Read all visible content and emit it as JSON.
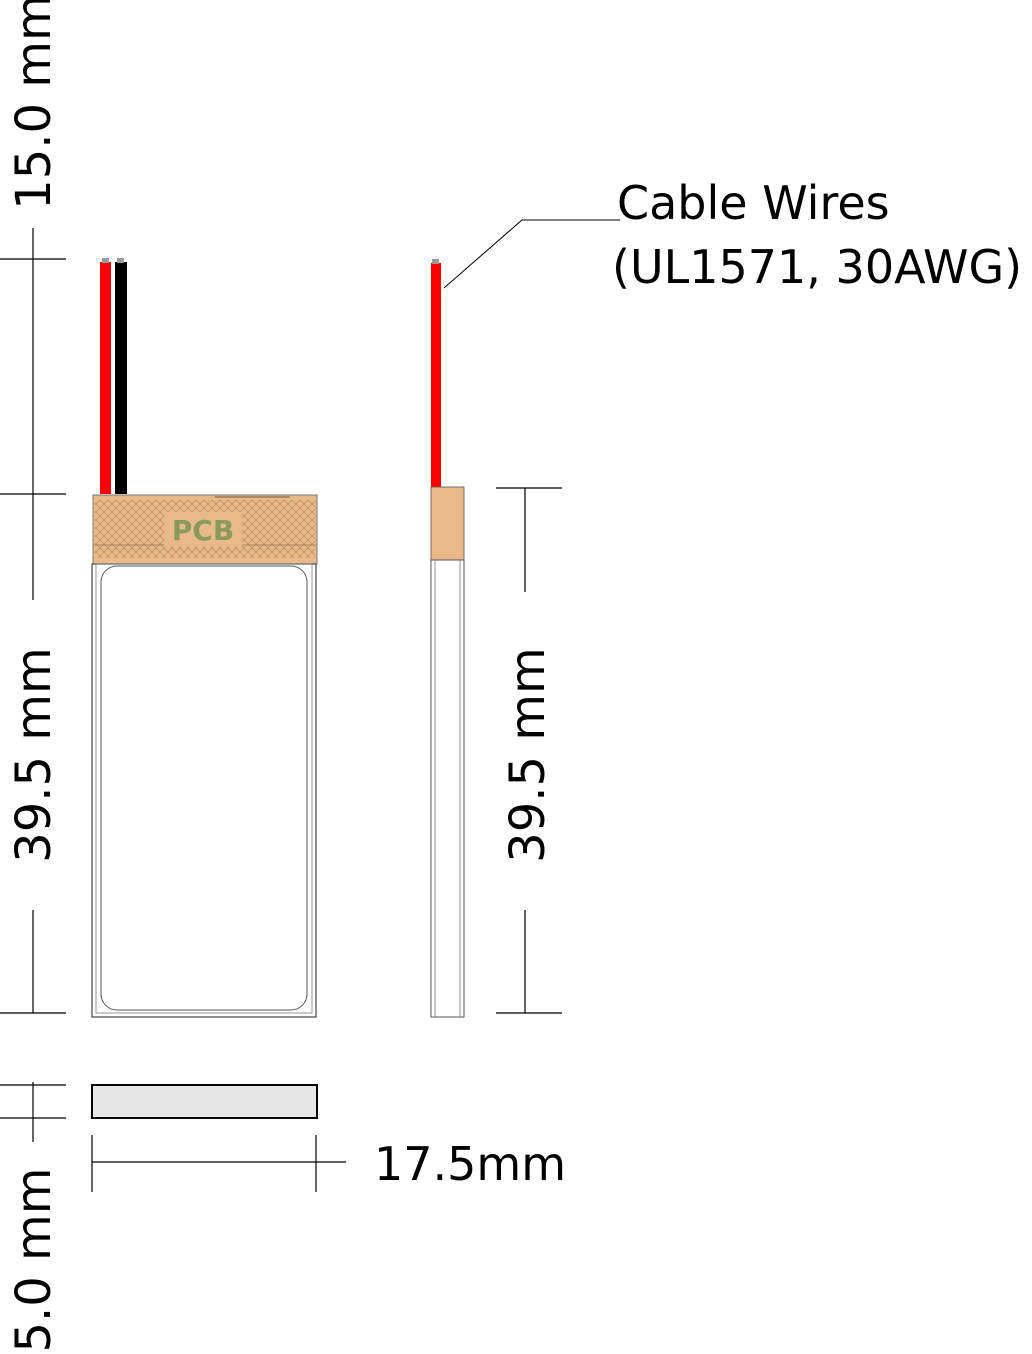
{
  "dimensions": {
    "wire_length": "15.0 mm",
    "body_length_front": "39.5 mm",
    "body_length_side": "39.5 mm",
    "width": "17.5mm",
    "thickness": "5.0 mm"
  },
  "labels": {
    "pcb": "PCB",
    "cable_line1": "Cable Wires",
    "cable_line2": "(UL1571, 30AWG)"
  },
  "colors": {
    "pcb_fill": "#e9b98a",
    "pcb_text": "#8a9a5b",
    "wire_red": "#ff0000",
    "wire_black": "#000000",
    "top_view_fill": "#e6e6e6"
  }
}
